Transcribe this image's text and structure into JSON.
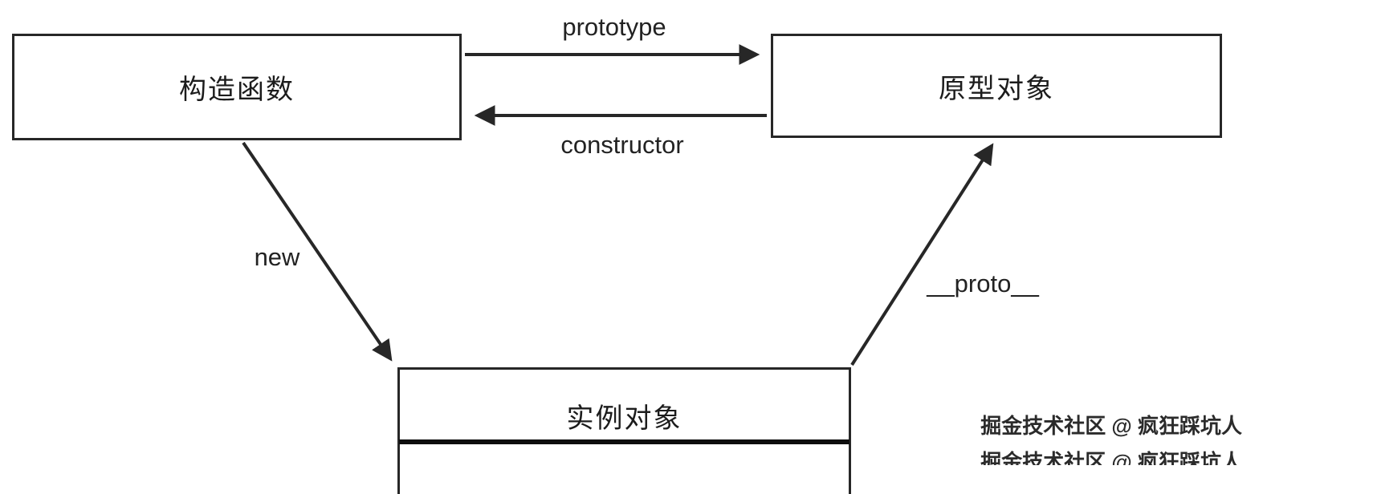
{
  "diagram": {
    "title": "JavaScript prototype relationship diagram",
    "nodes": {
      "constructor_fn": "构造函数",
      "prototype_obj": "原型对象",
      "instance_obj": "实例对象"
    },
    "edges": {
      "prototype": "prototype",
      "constructor": "constructor",
      "new_op": "new",
      "proto": "__proto__"
    },
    "watermark": "掘金技术社区 @ 疯狂踩坑人",
    "colors": {
      "line": "#272727",
      "text": "#1c1c1c",
      "background": "#ffffff"
    }
  }
}
